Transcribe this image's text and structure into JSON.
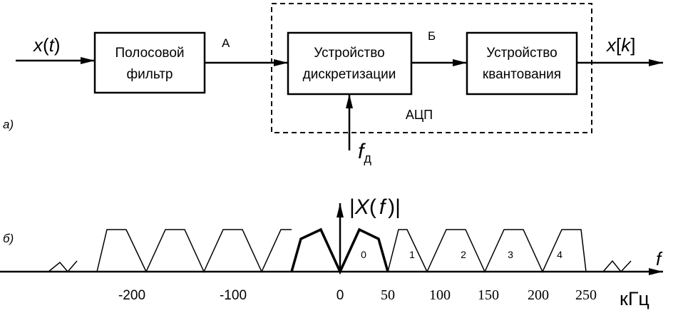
{
  "diagram_a": {
    "part_label": "а)",
    "input_signal": {
      "x": "x",
      "arg": "t"
    },
    "bandpass_filter": {
      "line1": "Полосовой",
      "line2": "фильтр"
    },
    "point_a": "А",
    "sampler": {
      "line1": "Устройство",
      "line2": "дискретизации"
    },
    "point_b": "Б",
    "quantizer": {
      "line1": "Устройство",
      "line2": "квантования"
    },
    "output_signal": {
      "x": "x",
      "arg": "k"
    },
    "adc_label": "АЦП",
    "sampling_freq": {
      "symbol": "f",
      "subscript": "д"
    }
  },
  "diagram_b": {
    "part_label": "б)",
    "spectrum_label": {
      "x": "X",
      "arg": "f"
    },
    "freq_axis_label": "f",
    "unit_label": "кГц",
    "ticks": [
      {
        "label": "-200",
        "value": -200
      },
      {
        "label": "-100",
        "value": -100
      },
      {
        "label": "0",
        "value": 0
      },
      {
        "label": "50",
        "value": 50
      },
      {
        "label": "100",
        "value": 100
      },
      {
        "label": "150",
        "value": 150
      },
      {
        "label": "200",
        "value": 200
      },
      {
        "label": "250",
        "value": 250
      }
    ],
    "band_indices": [
      "0",
      "1",
      "2",
      "3",
      "4"
    ]
  }
}
